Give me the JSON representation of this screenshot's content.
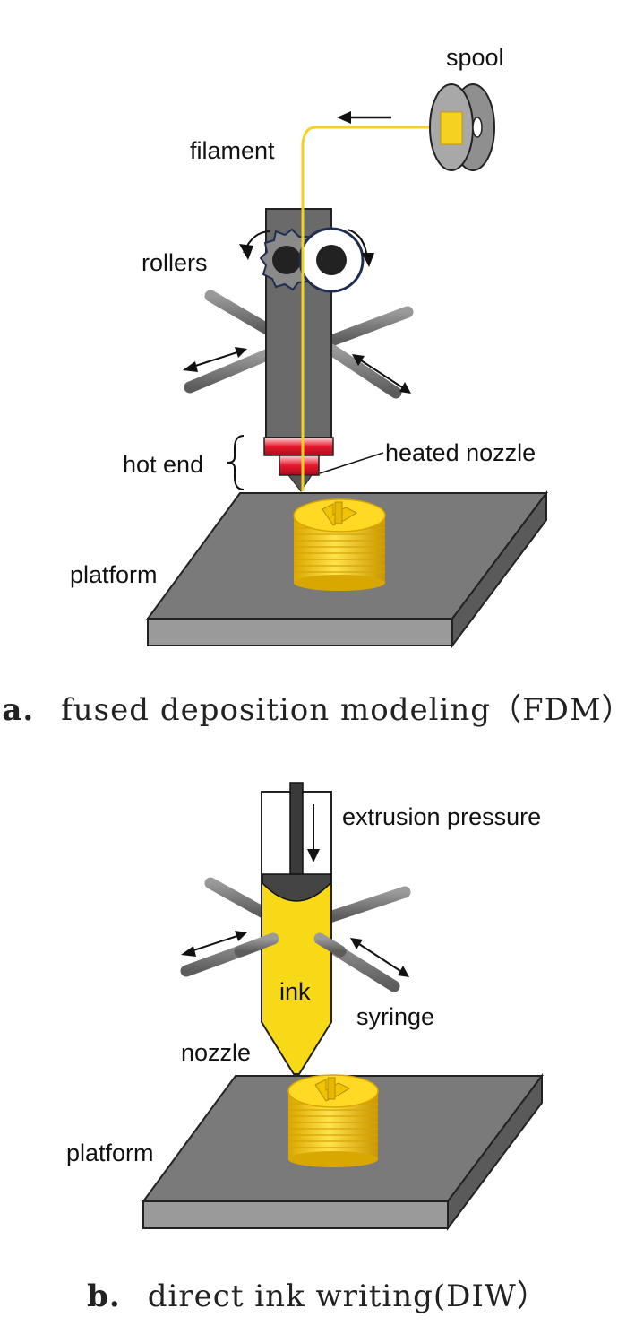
{
  "figure_a": {
    "labels": {
      "spool": "spool",
      "filament": "filament",
      "rollers": "rollers",
      "hot_end": "hot end",
      "heated_nozzle": "heated nozzle",
      "platform": "platform"
    },
    "caption": {
      "letter": "a.",
      "text": "fused deposition modeling（FDM）"
    }
  },
  "figure_b": {
    "labels": {
      "extrusion_pressure": "extrusion pressure",
      "ink": "ink",
      "syringe": "syringe",
      "nozzle": "nozzle",
      "platform": "platform"
    },
    "caption": {
      "letter": "b.",
      "text": "direct ink writing(DIW）"
    }
  },
  "colors": {
    "filament_yellow": "#f5d21f",
    "print_yellow": "#f2cf1a",
    "platform_gray": "#777777",
    "body_gray": "#666666",
    "heater_red": "#e0162b"
  }
}
